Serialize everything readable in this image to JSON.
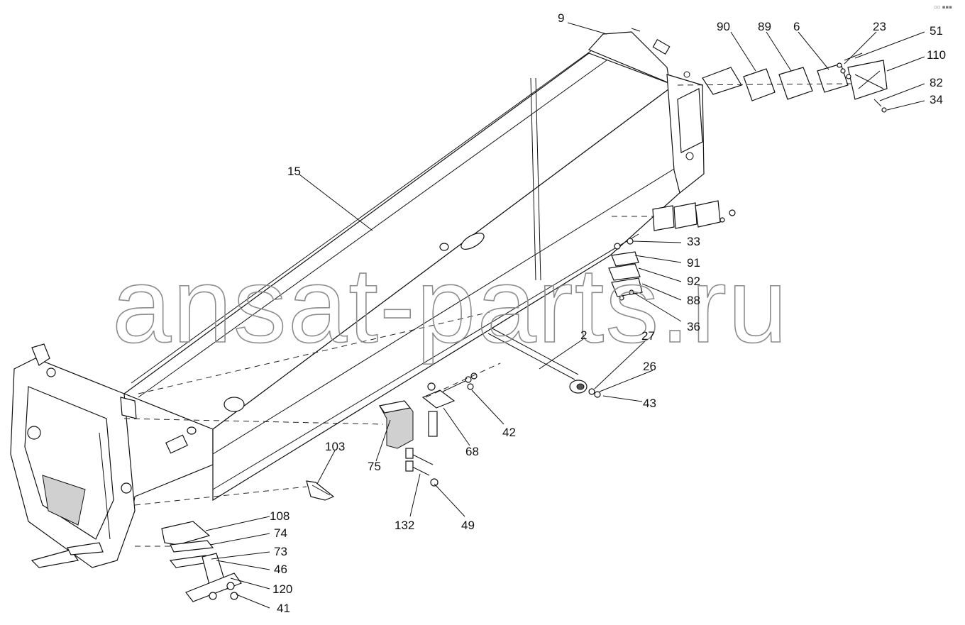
{
  "watermark": "ansat-parts.ru",
  "callouts": [
    {
      "id": "9",
      "label": "9"
    },
    {
      "id": "90",
      "label": "90"
    },
    {
      "id": "89",
      "label": "89"
    },
    {
      "id": "6",
      "label": "6"
    },
    {
      "id": "23",
      "label": "23"
    },
    {
      "id": "51",
      "label": "51"
    },
    {
      "id": "110",
      "label": "110"
    },
    {
      "id": "82",
      "label": "82"
    },
    {
      "id": "34",
      "label": "34"
    },
    {
      "id": "15",
      "label": "15"
    },
    {
      "id": "33",
      "label": "33"
    },
    {
      "id": "91",
      "label": "91"
    },
    {
      "id": "92",
      "label": "92"
    },
    {
      "id": "88",
      "label": "88"
    },
    {
      "id": "36",
      "label": "36"
    },
    {
      "id": "2",
      "label": "2"
    },
    {
      "id": "27",
      "label": "27"
    },
    {
      "id": "26",
      "label": "26"
    },
    {
      "id": "43",
      "label": "43"
    },
    {
      "id": "42",
      "label": "42"
    },
    {
      "id": "68",
      "label": "68"
    },
    {
      "id": "75",
      "label": "75"
    },
    {
      "id": "103",
      "label": "103"
    },
    {
      "id": "132",
      "label": "132"
    },
    {
      "id": "49",
      "label": "49"
    },
    {
      "id": "108",
      "label": "108"
    },
    {
      "id": "74",
      "label": "74"
    },
    {
      "id": "73",
      "label": "73"
    },
    {
      "id": "46",
      "label": "46"
    },
    {
      "id": "120",
      "label": "120"
    },
    {
      "id": "41",
      "label": "41"
    }
  ]
}
